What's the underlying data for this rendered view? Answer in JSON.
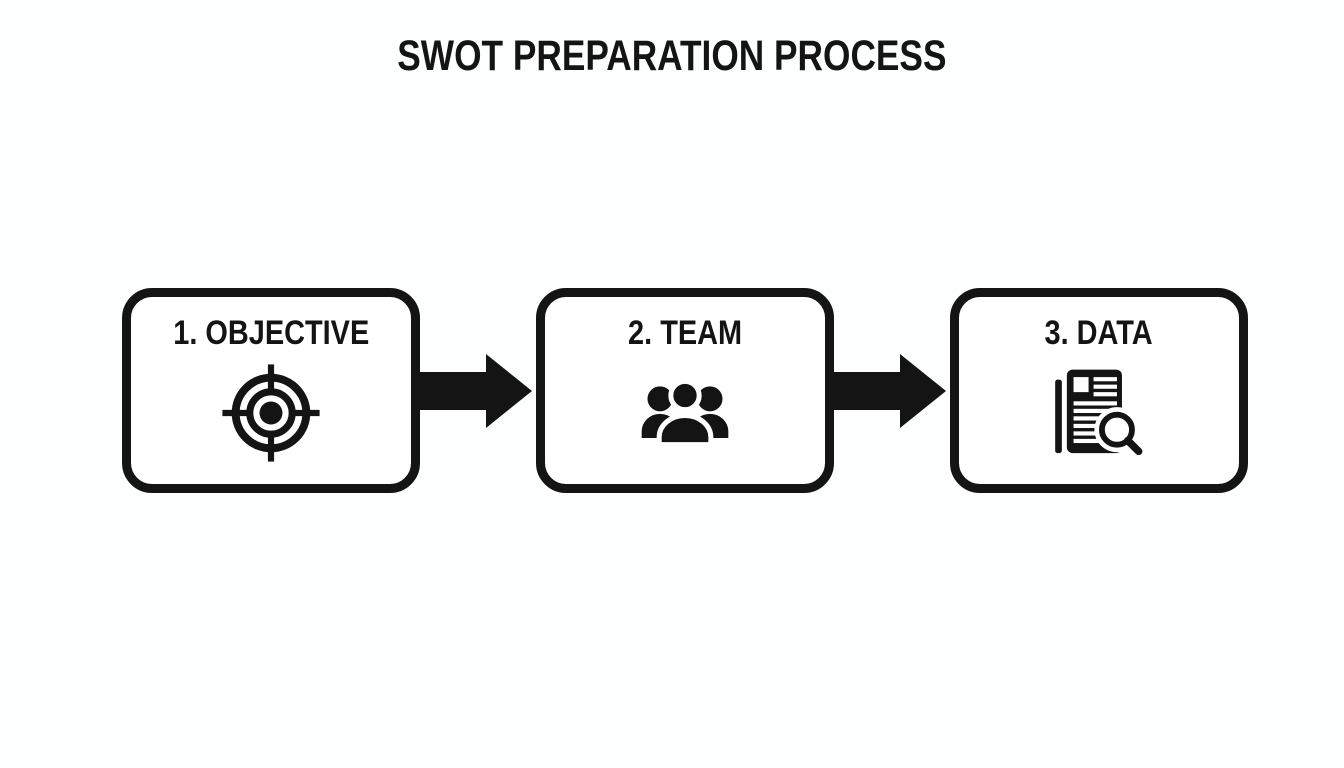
{
  "title": "SWOT PREPARATION PROCESS",
  "steps": [
    {
      "label": "1. OBJECTIVE",
      "icon": "target-icon"
    },
    {
      "label": "2. TEAM",
      "icon": "team-icon"
    },
    {
      "label": "3. DATA",
      "icon": "document-search-icon"
    }
  ],
  "connectors": [
    {
      "icon": "arrow-right-icon"
    },
    {
      "icon": "arrow-right-icon"
    }
  ],
  "colors": {
    "ink": "#141414",
    "background": "#fdfefe",
    "box_fill": "#ffffff"
  }
}
